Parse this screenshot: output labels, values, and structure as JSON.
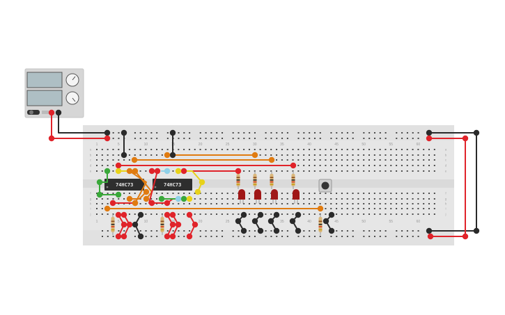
{
  "power_supply": {
    "name": "power-supply"
  },
  "breadboard": {
    "column_numbers": [
      "1",
      "5",
      "10",
      "15",
      "20",
      "25",
      "30",
      "35",
      "40",
      "45",
      "50",
      "55",
      "60"
    ],
    "row_letters_top": [
      "a",
      "b",
      "c",
      "d",
      "e"
    ],
    "row_letters_bottom": [
      "f",
      "g",
      "h",
      "i",
      "j"
    ]
  },
  "chips": [
    {
      "label": "74HC73"
    },
    {
      "label": "74HC73"
    }
  ],
  "leds": {
    "count": 4,
    "color": "#a01818"
  },
  "button": {
    "name": "pushbutton"
  },
  "colors": {
    "wire_red": "#e0232a",
    "wire_black": "#2a2a2a",
    "wire_orange": "#e07b10",
    "wire_green": "#3aa83a",
    "wire_yellow": "#e8d21a",
    "wire_blue": "#8fd0e8",
    "board": "#e6e6e6",
    "chip": "#2e2e2e"
  }
}
